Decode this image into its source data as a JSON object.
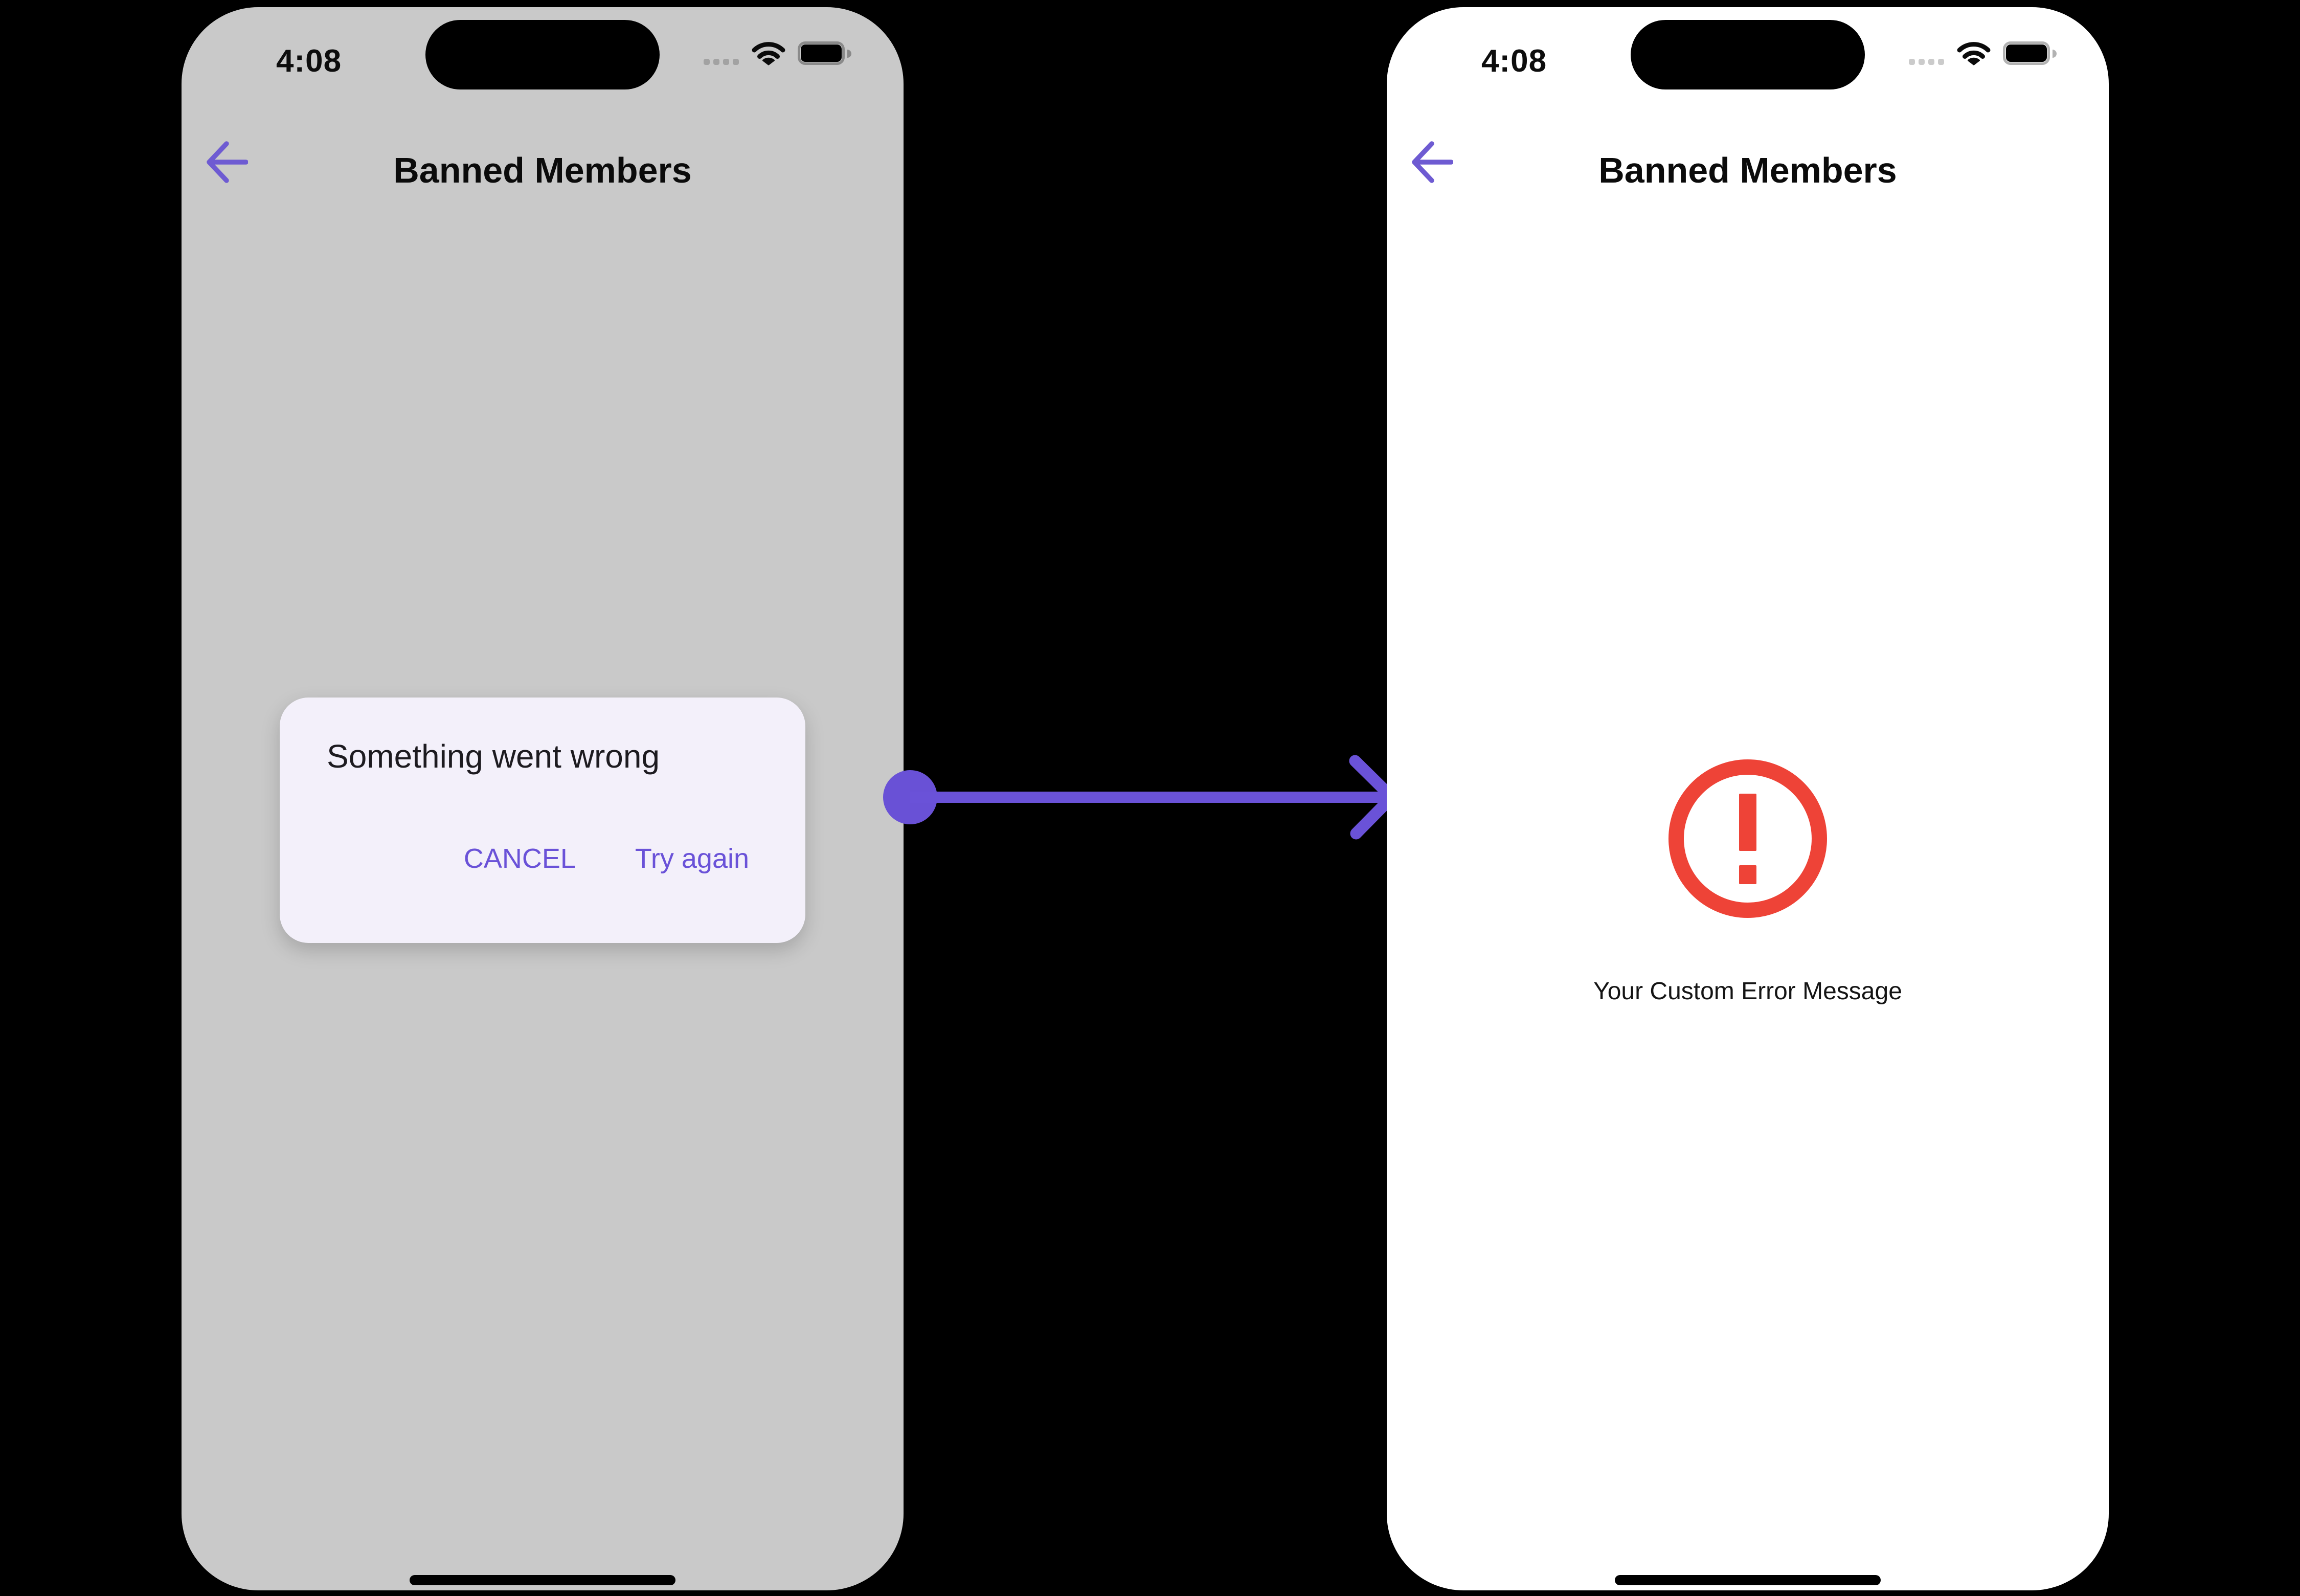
{
  "colors": {
    "accent": "#6A52D8",
    "error": "#EE4337",
    "canvas": "#000000",
    "dim_screen": "#C9C9C9",
    "screen": "#FFFFFF",
    "dialog_bg": "#F3F0FA"
  },
  "phones": {
    "left": {
      "status": {
        "time": "4:08"
      },
      "nav": {
        "title": "Banned Members"
      },
      "dialog": {
        "title": "Something went wrong",
        "cancel_label": "CANCEL",
        "retry_label": "Try again"
      }
    },
    "right": {
      "status": {
        "time": "4:08"
      },
      "nav": {
        "title": "Banned Members"
      },
      "error_message": "Your Custom Error Message"
    }
  }
}
